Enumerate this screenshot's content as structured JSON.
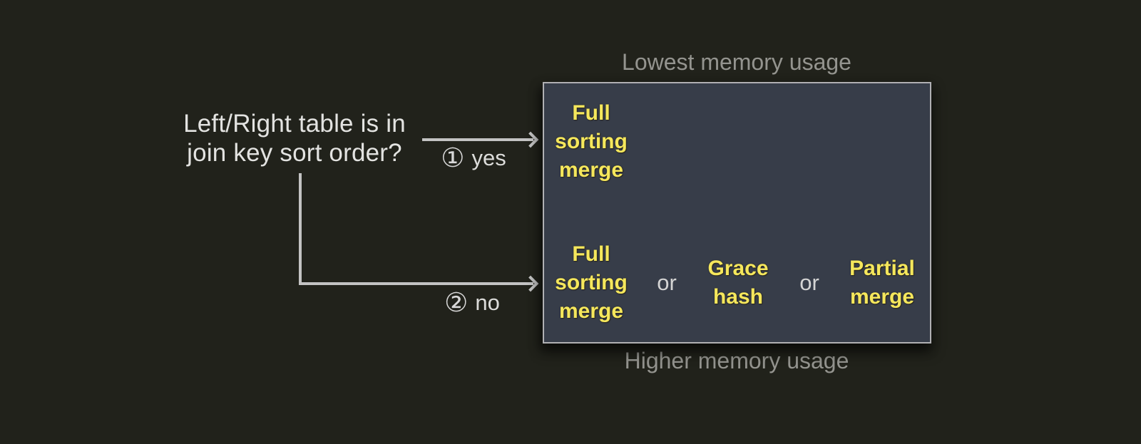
{
  "diagram": {
    "question": {
      "line1": "Left/Right table is in",
      "line2": "join key sort order?"
    },
    "branches": {
      "yes": {
        "marker": "①",
        "label": "yes"
      },
      "no": {
        "marker": "②",
        "label": "no"
      }
    },
    "captions": {
      "top": "Lowest memory usage",
      "bottom": "Higher memory usage"
    },
    "options": {
      "sorted_case": "Full sorting merge",
      "unsorted_case_1": "Full sorting merge",
      "unsorted_case_2": "Grace hash",
      "unsorted_case_3": "Partial merge",
      "separator": "or"
    },
    "colors": {
      "background": "#21221b",
      "box_background": "#373d49",
      "box_border": "#b0b0b3",
      "highlight_text": "#f5e75c",
      "primary_text": "#e3e3e1",
      "muted_text": "#94948f",
      "connector": "#c3c3c3"
    }
  }
}
